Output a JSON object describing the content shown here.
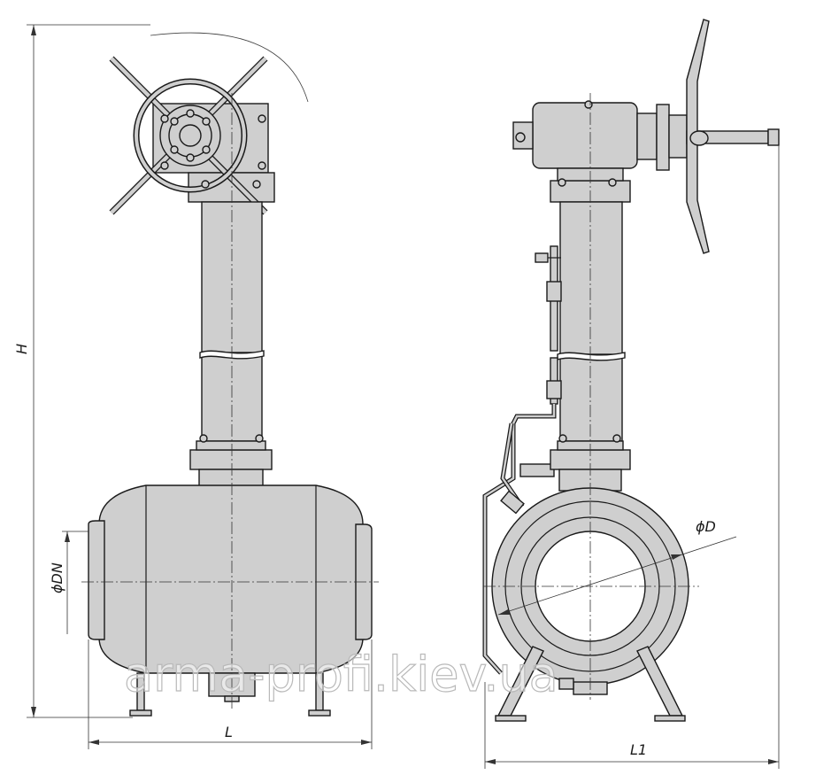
{
  "labels": {
    "height": "H",
    "length": "L",
    "length_side": "L1",
    "nominal_diameter": "ϕDN",
    "outer_diameter": "ϕD"
  },
  "watermark": "arma-profi.kiev.ua",
  "colors": {
    "body_fill": "#cfcfcf",
    "outline": "#1a1a1a",
    "background": "#ffffff"
  }
}
